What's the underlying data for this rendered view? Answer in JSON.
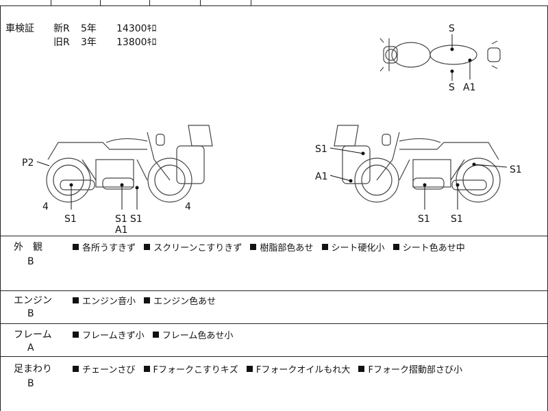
{
  "certificate": {
    "label": "車検証",
    "rows": [
      {
        "type": "新R",
        "years": "5年",
        "price": "14300ｷﾛ"
      },
      {
        "type": "旧R",
        "years": "3年",
        "price": "13800ｷﾛ"
      }
    ]
  },
  "diagram_labels": {
    "top_s_upper": "S",
    "top_s_lower": "S",
    "top_a1": "A1",
    "left_p2": "P2",
    "left_4a": "4",
    "left_4b": "4",
    "left_s1_a": "S1",
    "left_s1_b": "S1",
    "left_s1_c": "S1",
    "left_a1": "A1",
    "right_s1_top": "S1",
    "right_a1": "A1",
    "right_s1_side": "S1",
    "right_s1_bot_a": "S1",
    "right_s1_bot_b": "S1"
  },
  "sections": [
    {
      "title": "外　観",
      "grade": "B",
      "items": [
        "各所うすきず",
        "スクリーンこすりきず",
        "樹脂部色あせ",
        "シート硬化小",
        "シート色あせ中"
      ]
    },
    {
      "title": "エンジン",
      "grade": "B",
      "items": [
        "エンジン音小",
        "エンジン色あせ"
      ]
    },
    {
      "title": "フレーム",
      "grade": "A",
      "items": [
        "フレームきず小",
        "フレーム色あせ小"
      ]
    },
    {
      "title": "足まわり",
      "grade": "B",
      "items": [
        "チェーンさび",
        "Fフォークこすりキズ",
        "Fフォークオイルもれ大",
        "Fフォーク摺動部さび小"
      ]
    }
  ]
}
